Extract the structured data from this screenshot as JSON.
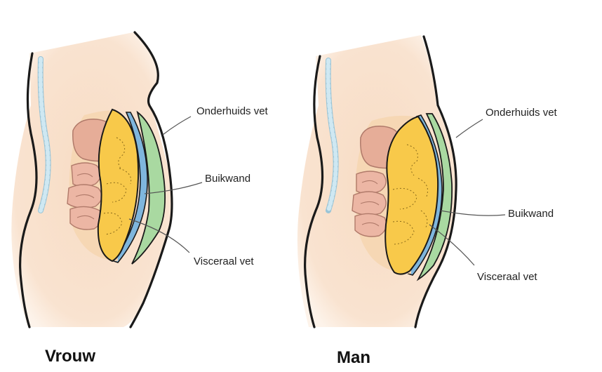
{
  "panels": [
    {
      "caption": "Vrouw",
      "labels": {
        "subcutaneous": "Onderhuids vet",
        "abdominal_wall": "Buikwand",
        "visceral": "Visceraal vet"
      }
    },
    {
      "caption": "Man",
      "labels": {
        "subcutaneous": "Onderhuids vet",
        "abdominal_wall": "Buikwand",
        "visceral": "Visceraal vet"
      }
    }
  ],
  "colors": {
    "skin": "#f8dcc4",
    "skin_fade": "#fdf3ea",
    "outline": "#1a1a1a",
    "subcutaneous_fat": "#a9d9a1",
    "abdominal_wall": "#7fb6dd",
    "visceral_fat": "#f8c94a",
    "intestine": "#ecb6a4",
    "liver": "#e6ad98",
    "spine": "#cfe8f2",
    "leader_line": "#555555"
  }
}
